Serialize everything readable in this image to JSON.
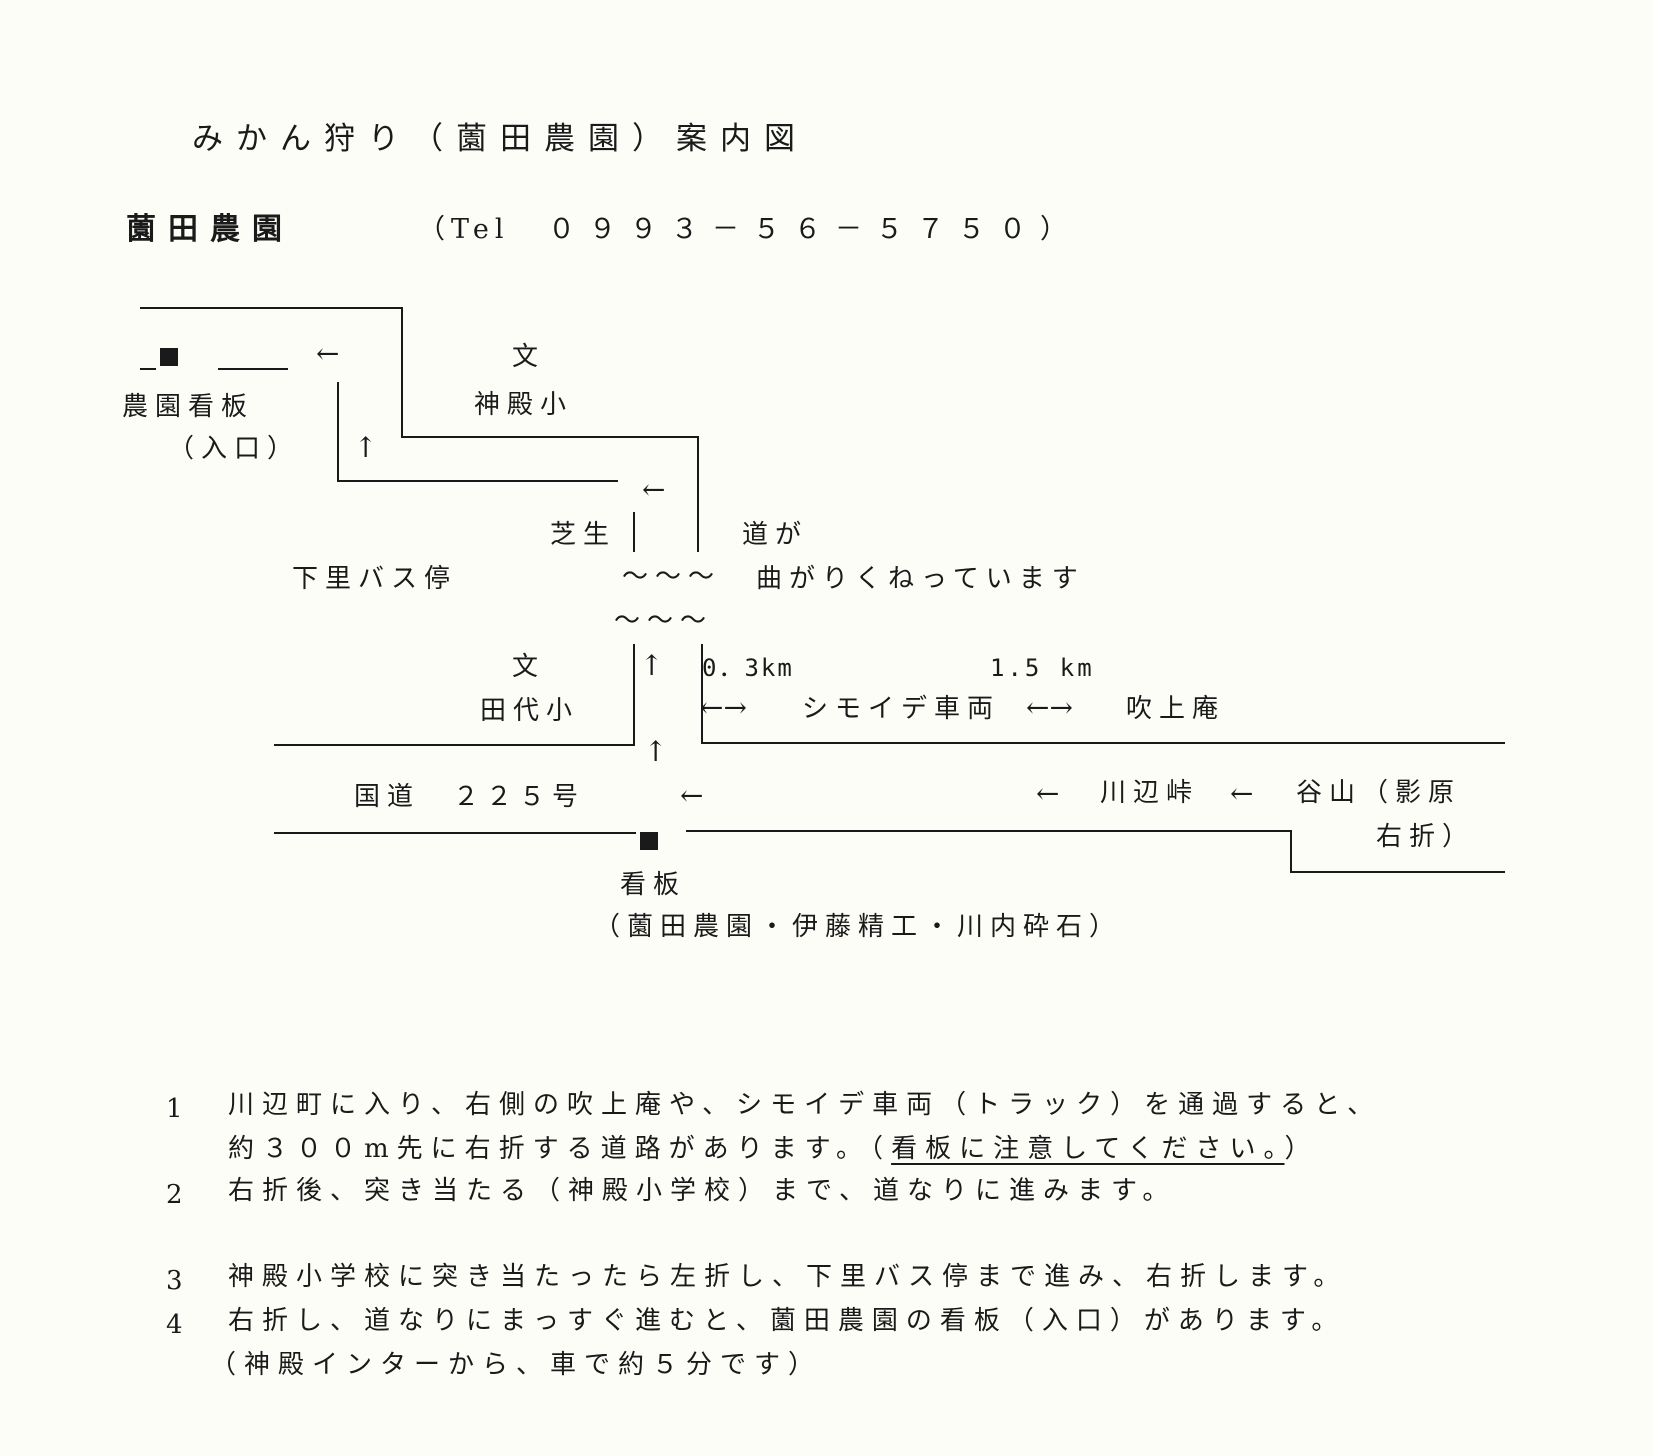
{
  "header": {
    "title": "みかん狩り（薗田農園）案内図",
    "farm_name": "薗田農園",
    "tel_prefix": "（Tel",
    "tel_number": "０９９３－５６－５７５０）"
  },
  "map": {
    "farm_sign": "農園看板",
    "farm_sign_entrance": "（入口）",
    "school_symbol_top": "文",
    "school_top": "神殿小",
    "shibao": "芝生",
    "road_curves": "道が",
    "road_curves_2": "曲がりくねっています",
    "wavy_1": "～～～",
    "wavy_2": "～～～",
    "bus_stop": "下里バス停",
    "school_symbol_bottom": "文",
    "school_bottom": "田代小",
    "dist_1": "0．3km",
    "dist_2": "1.5 km",
    "shimoide": "シモイデ車両",
    "fukiagean": "吹上庵",
    "route225": "国道　２２５号",
    "kawanabe_pass": "川辺峠",
    "taniyama": "谷山（影原",
    "turn_right": "右折）",
    "sign": "看板",
    "sign_detail": "（薗田農園・伊藤精工・川内砕石）",
    "arrow_left": "←",
    "arrow_up": "↑",
    "arrow_both": "←→"
  },
  "directions": {
    "n1": "1",
    "line1": "川辺町に入り、右側の吹上庵や、シモイデ車両（トラック）を通過すると、",
    "line1b_pre": "約３００m先に右折する道路があります。（",
    "line1b_u": "看板に注意してください。",
    "line1b_post": "）",
    "n2": "2",
    "line2": "右折後、突き当たる（神殿小学校）まで、道なりに進みます。",
    "n3": "3",
    "line3": "神殿小学校に突き当たったら左折し、下里バス停まで進み、右折します。",
    "n4": "4",
    "line4": "右折し、道なりにまっすぐ進むと、薗田農園の看板（入口）があります。",
    "line5": "（神殿インターから、車で約５分です）"
  },
  "colors": {
    "ink": "#1a1a1a",
    "paper": "#fdfdf8"
  }
}
